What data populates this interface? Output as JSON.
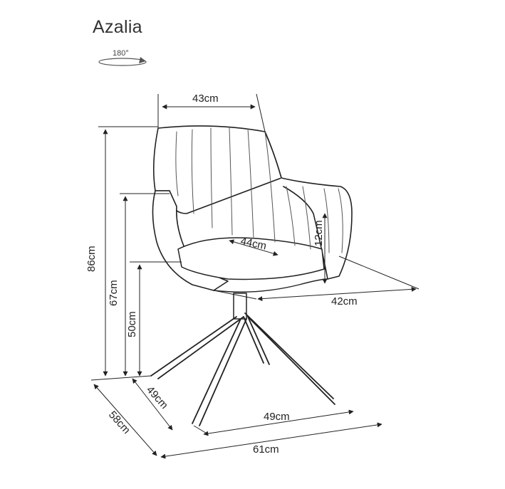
{
  "product": {
    "name": "Azalia",
    "rotation_label": "180°"
  },
  "dimensions": {
    "seat_width_top": "43cm",
    "seat_depth": "44cm",
    "armrest_height_over_seat": "12cm",
    "side_depth": "42cm",
    "total_height": "86cm",
    "armrest_height": "67cm",
    "seat_height": "50cm",
    "base_depth": "49cm",
    "base_width": "49cm",
    "overall_depth": "58cm",
    "overall_width": "61cm"
  },
  "colors": {
    "line": "#222222",
    "chair_fill": "#ffffff"
  }
}
